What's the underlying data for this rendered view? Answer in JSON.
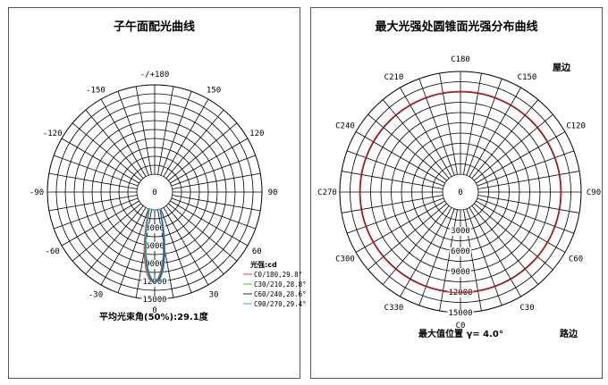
{
  "chart_data": [
    {
      "type": "polar",
      "title": "子午面配光曲线",
      "angle_labels": [
        {
          "angle": 0,
          "label": "0"
        },
        {
          "angle": 30,
          "label": "30"
        },
        {
          "angle": 60,
          "label": "60"
        },
        {
          "angle": 90,
          "label": "90"
        },
        {
          "angle": 120,
          "label": "120"
        },
        {
          "angle": 150,
          "label": "150"
        },
        {
          "angle": 180,
          "label": "-/+180"
        },
        {
          "angle": -150,
          "label": "-150"
        },
        {
          "angle": -120,
          "label": "-120"
        },
        {
          "angle": -90,
          "label": "-90"
        },
        {
          "angle": -60,
          "label": "-60"
        },
        {
          "angle": -30,
          "label": "-30"
        }
      ],
      "radial_ticks": [
        "0",
        "3000",
        "6000",
        "9000",
        "12000",
        "15000"
      ],
      "radial_values": [
        0,
        3000,
        6000,
        9000,
        12000,
        15000
      ],
      "rmax": 15000,
      "legend_title": "光强:cd",
      "series": [
        {
          "name": "C0/180,29.8°",
          "color": "#ff3030",
          "peak": 12100,
          "half_angle": 14.9
        },
        {
          "name": "C30/210,28.8°",
          "color": "#40c040",
          "peak": 12100,
          "half_angle": 14.4
        },
        {
          "name": "C60/240,28.6°",
          "color": "#2020a0",
          "peak": 12100,
          "half_angle": 14.3
        },
        {
          "name": "C90/270,29.4°",
          "color": "#30b0e0",
          "peak": 12100,
          "half_angle": 14.7
        }
      ],
      "footer": "平均光束角(50%):29.1度"
    },
    {
      "type": "polar",
      "title": "最大光强处圆锥面光强分布曲线",
      "angle_labels": [
        {
          "angle": 0,
          "label": "C0"
        },
        {
          "angle": 30,
          "label": "C30"
        },
        {
          "angle": 60,
          "label": "C60"
        },
        {
          "angle": 90,
          "label": "C90"
        },
        {
          "angle": 120,
          "label": "C120"
        },
        {
          "angle": 150,
          "label": "C150"
        },
        {
          "angle": 180,
          "label": "C180"
        },
        {
          "angle": 210,
          "label": "C210"
        },
        {
          "angle": 240,
          "label": "C240"
        },
        {
          "angle": 270,
          "label": "C270"
        },
        {
          "angle": 300,
          "label": "C300"
        },
        {
          "angle": 330,
          "label": "C330"
        }
      ],
      "radial_ticks": [
        "0",
        "3000",
        "6000",
        "9000",
        "12000",
        "15000"
      ],
      "radial_values": [
        0,
        3000,
        6000,
        9000,
        12000,
        15000
      ],
      "rmax": 15000,
      "series": [
        {
          "name": "",
          "color": "#e02020",
          "value": 12100
        }
      ],
      "corner_top_right": "屋边",
      "corner_bottom_right": "路边",
      "footer": "最大值位置 γ= 4.0°"
    }
  ]
}
